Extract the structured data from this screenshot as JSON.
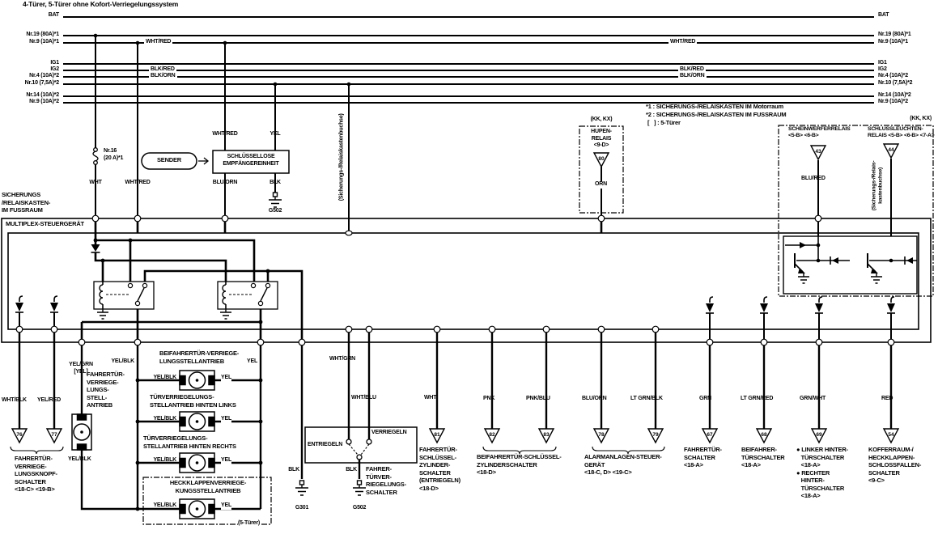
{
  "labels": {
    "title": "4-Türer, 5-Türer ohne Kofort-Verriegelungssystem",
    "fusebox": "SICHERUNGS\n/RELAISKASTEN-\nIM FUSSRAUM",
    "multiplex": "MULTIPLEX-STEUERGERÄT",
    "fuse16": "Nr.16\n(20 A)*1",
    "sender": "SENDER",
    "receiver": "SCHLÜSSELLOSE\nEMPFÄNGEREINHEIT",
    "buchse_l": "(Sicherungs-/Relaiskastenbuchse)",
    "buchse_r": "(Sicherungs-/Relais-\nkastenbuchse)",
    "kk": "(KK, KX)",
    "hupen": "HUPEN-\nRELAIS\n<9-D>",
    "scheinwerfer": "SCHEINWERFERRELAIS\n<5-B> <6-B>",
    "schluss": "SCHLUSSLEUCHTEN-\nRELAIS <5-B> <6-B> <7-A>",
    "knopf": "FAHRERTÜR-\nVERRIEGE-\nLUNGSKNOPF-\nSCHALTER\n<18-C> <19-B>",
    "antrieb_f": "FAHRERTÜR-\nVERRIEGE-\nLUNGS-\nSTELL-\nANTRIEB",
    "antrieb_b": "BEIFAHRERTÜR-VERRIEGE-\nLUNGSSTELLANTRIEB",
    "antrieb_hl": "TÜRVERRIEGELUNGS-\nSTELLANTRIEB HINTEN LINKS",
    "antrieb_hr": "TÜRVERRIEGELUNGS-\nSTELLANTRIEB HINTEN RECHTS",
    "antrieb_heck": "HECKKLAPPENVERRIEGE-\nKUNGSSTELLANTRIEB",
    "fuenf": "(5-Türer)",
    "entriegeln": "ENTRIEGELN",
    "verriegeln": "VERRIEGELN",
    "fts": "FAHRER-\nTÜRVER-\nRIEGELUNGS-\nSCHALTER",
    "schluessel_f": "FAHRERTÜR-\nSCHLÜSSEL-\nZYLINDER-\nSCHALTER\n(ENTRIEGELN)\n<18-D>",
    "schluessel_b": "BEIFAHRERTÜR-SCHLÜSSEL-\nZYLINDERSCHALTER\n<18-D>",
    "alarm": "ALARMANLAGEN-STEUER-\nGERÄT\n<18-C, D> <19-C>",
    "schalter_f": "FAHRERTÜR-\nSCHALTER\n<18-A>",
    "schalter_b": "BEIFAHRER-\nTÜRSCHALTER\n<18-A>",
    "schalter_h": "● LINKER HINTER-\n   TÜRSCHALTER\n   <18-A>\n● RECHTER\n   HINTER-\n   TÜRSCHALTER\n   <18-A>",
    "koffer": "KOFFERRAUM-/\nHECKKLAPPEN-\nSCHLOSSFALLEN-\nSCHALTER\n<9-C>"
  },
  "bus": {
    "bat": "BAT",
    "nr19": "Nr.19 (80A)*1",
    "nr9a": "Nr.9 (10A)*1",
    "ig1": "IG1",
    "ig2": "IG2",
    "nr4": "Nr.4 (10A)*2",
    "nr10": "Nr.10 (7,5A)*2",
    "nr14": "Nr.14 (10A)*2",
    "nr9b": "Nr.9 (10A)*2"
  },
  "notes": {
    "n1": "*1 : SICHERUNGS-/RELAISKASTEN IM Motorraum",
    "n2": "*2 : SICHERUNGS-/RELAISKASTEN IM FUSSRAUM",
    "n3": "[   ] : 5-Türer"
  },
  "wires": {
    "wht": "WHT",
    "whtred": "WHT/RED",
    "yel": "YEL",
    "bluorn": "BLU/ORN",
    "blk": "BLK",
    "orn": "ORN",
    "blured": "BLU/RED",
    "blkred": "BLK/RED",
    "blkorn": "BLK/ORN",
    "whtblk": "WHT/BLK",
    "yelred": "YEL/RED",
    "yelgrn": "YEL/GRN\n[YEL]",
    "yelblk": "YEL/BLK",
    "whtgrn": "WHT/GRN",
    "whtblu": "WHT/BLU",
    "pnk": "PNK",
    "pnkblu": "PNK/BLU",
    "ltgrnblk": "LT GRN/BLK",
    "grn": "GRN",
    "ltgrnred": "LT GRN/RED",
    "grnwht": "GRN/WHT",
    "red": "RED"
  },
  "conn": {
    "c43": "43",
    "c44": "44",
    "c54": "54",
    "c67": "67",
    "c68": "68",
    "c69": "69",
    "c76": "76",
    "c77": "77",
    "c78": "78",
    "c79": "79",
    "c80": "80",
    "c81": "81",
    "c82": "82",
    "c83": "83"
  },
  "gnd": {
    "g301": "G301",
    "g502": "G502"
  },
  "colors": {
    "line": "#000000",
    "background": "#ffffff"
  }
}
